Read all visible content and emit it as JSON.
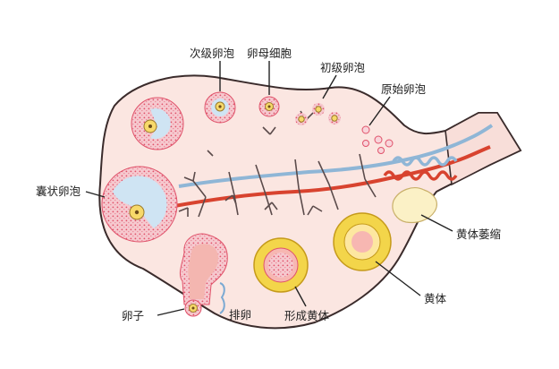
{
  "labels": {
    "secondary_follicle": "次级卵泡",
    "oocyte": "卵母细胞",
    "primary_follicle": "初级卵泡",
    "primordial_follicle": "原始卵泡",
    "vesicular_follicle": "囊状卵泡",
    "corpus_luteum_atrophy": "黄体萎缩",
    "corpus_luteum": "黄体",
    "forming_corpus_luteum": "形成黄体",
    "ovum": "卵子",
    "ovulation": "排卵"
  },
  "colors": {
    "ovary_fill": "#fbe6e1",
    "ovary_stroke": "#3a2b2b",
    "theca": "#f6c9cf",
    "theca_dots": "#e0526a",
    "antrum": "#cfe4f3",
    "egg": "#f7d96a",
    "artery": "#d8432f",
    "vein": "#8fb6d6",
    "corpus_luteum": "#f3d54a",
    "corpus_luteum_inner": "#f7b7b2",
    "corpus_albicans": "#fbf1c6"
  }
}
